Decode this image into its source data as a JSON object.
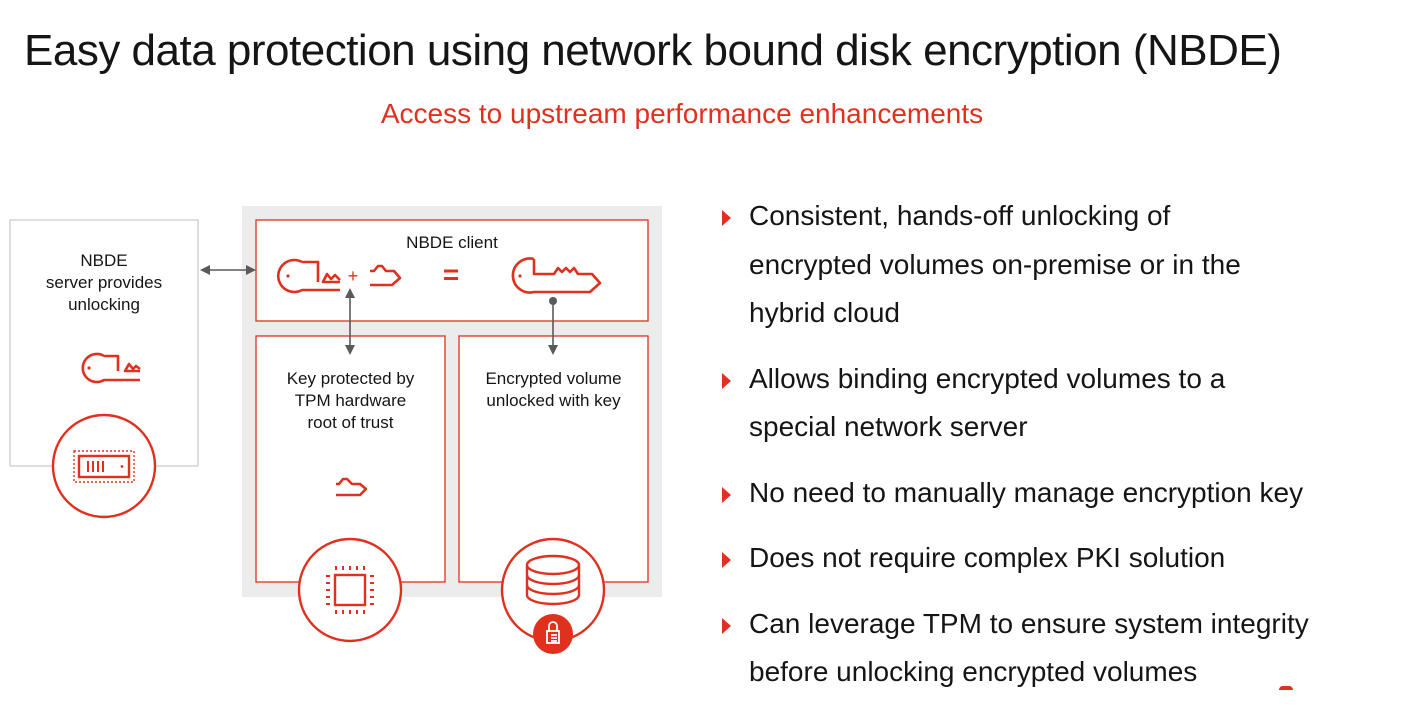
{
  "slide": {
    "title": "Easy data protection using network bound disk encryption (NBDE)",
    "subtitle": "Access to upstream performance enhancements"
  },
  "colors": {
    "accent": "#e0301e",
    "text": "#151515",
    "panel_bg": "#ececec",
    "arrow": "#5a5a5a"
  },
  "diagram": {
    "server_box": {
      "label_line1": "NBDE",
      "label_line2": "server provides",
      "label_line3": "unlocking",
      "icon": "key-icon",
      "badge_icon": "server-hardware-icon"
    },
    "client_box": {
      "label": "NBDE client",
      "equation": {
        "plus": "+",
        "equals": "="
      }
    },
    "tpm_box": {
      "label_line1": "Key protected by",
      "label_line2": "TPM hardware",
      "label_line3": "root of trust",
      "icon": "key-fragment-icon",
      "badge_icon": "chip-icon"
    },
    "volume_box": {
      "label_line1": "Encrypted volume",
      "label_line2": "unlocked with key",
      "badge_icon": "database-icon",
      "sub_badge_icon": "lock-icon"
    }
  },
  "bullets": [
    {
      "line1": "Consistent, hands-off unlocking of",
      "line2": "encrypted volumes on-premise or in the",
      "line3": "hybrid cloud"
    },
    {
      "line1": "Allows binding encrypted volumes to a",
      "line2": "special network server"
    },
    {
      "line1": "No need to manually manage encryption key"
    },
    {
      "line1": "Does not require complex PKI solution"
    },
    {
      "line1": "Can leverage TPM to ensure system integrity",
      "line2": "before unlocking encrypted volumes"
    }
  ]
}
